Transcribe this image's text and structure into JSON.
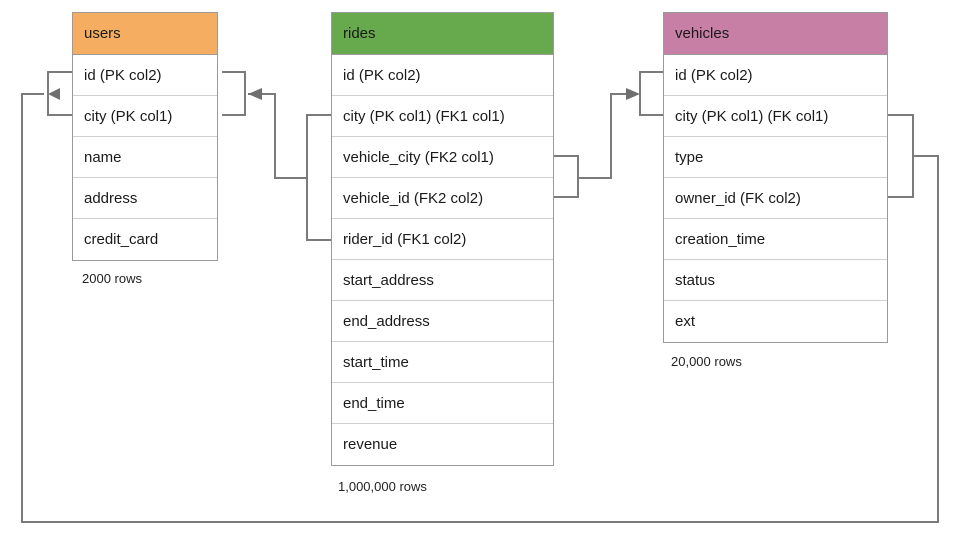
{
  "diagram": {
    "title": "Database schema ER diagram",
    "type": "entity-relationship",
    "tables": [
      {
        "id": "users",
        "name": "users",
        "header_color": "#F5AE61",
        "row_count_label": "2000 rows",
        "columns": [
          {
            "label": "id (PK col2)"
          },
          {
            "label": "city (PK col1)"
          },
          {
            "label": "name"
          },
          {
            "label": "address"
          },
          {
            "label": "credit_card"
          }
        ]
      },
      {
        "id": "rides",
        "name": "rides",
        "header_color": "#67AA4E",
        "row_count_label": "1,000,000 rows",
        "columns": [
          {
            "label": "id (PK col2)"
          },
          {
            "label": "city (PK col1) (FK1 col1)"
          },
          {
            "label": "vehicle_city (FK2 col1)"
          },
          {
            "label": "vehicle_id (FK2 col2)"
          },
          {
            "label": "rider_id (FK1 col2)"
          },
          {
            "label": "start_address"
          },
          {
            "label": "end_address"
          },
          {
            "label": "start_time"
          },
          {
            "label": "end_time"
          },
          {
            "label": "revenue"
          }
        ]
      },
      {
        "id": "vehicles",
        "name": "vehicles",
        "header_color": "#C87FA5",
        "row_count_label": "20,000 rows",
        "columns": [
          {
            "label": "id (PK col2)"
          },
          {
            "label": "city (PK col1) (FK col1)"
          },
          {
            "label": "type"
          },
          {
            "label": "owner_id (FK col2)"
          },
          {
            "label": "creation_time"
          },
          {
            "label": "status"
          },
          {
            "label": "ext"
          }
        ]
      }
    ],
    "relationships": [
      {
        "id": "fk1-rides-to-users",
        "name": "FK1",
        "from_table": "rides",
        "from_columns": [
          "city (PK col1) (FK1 col1)",
          "rider_id (FK1 col2)"
        ],
        "to_table": "users",
        "to_columns": [
          "id (PK col2)",
          "city (PK col1)"
        ]
      },
      {
        "id": "fk2-rides-to-vehicles",
        "name": "FK2",
        "from_table": "rides",
        "from_columns": [
          "vehicle_city (FK2 col1)",
          "vehicle_id (FK2 col2)"
        ],
        "to_table": "vehicles",
        "to_columns": [
          "id (PK col2)",
          "city (PK col1) (FK col1)"
        ]
      },
      {
        "id": "fk-vehicles-to-users",
        "name": "FK",
        "from_table": "vehicles",
        "from_columns": [
          "city (PK col1) (FK col1)",
          "owner_id (FK col2)"
        ],
        "to_table": "users",
        "to_columns": [
          "id (PK col2)",
          "city (PK col1)"
        ]
      }
    ],
    "colors": {
      "line": "#7b7b7b",
      "arrow": "#6f6f6f",
      "table_border": "#9a9a9a",
      "row_divider": "#cfcfcf",
      "background": "#ffffff",
      "text": "#1a1a1a"
    }
  }
}
